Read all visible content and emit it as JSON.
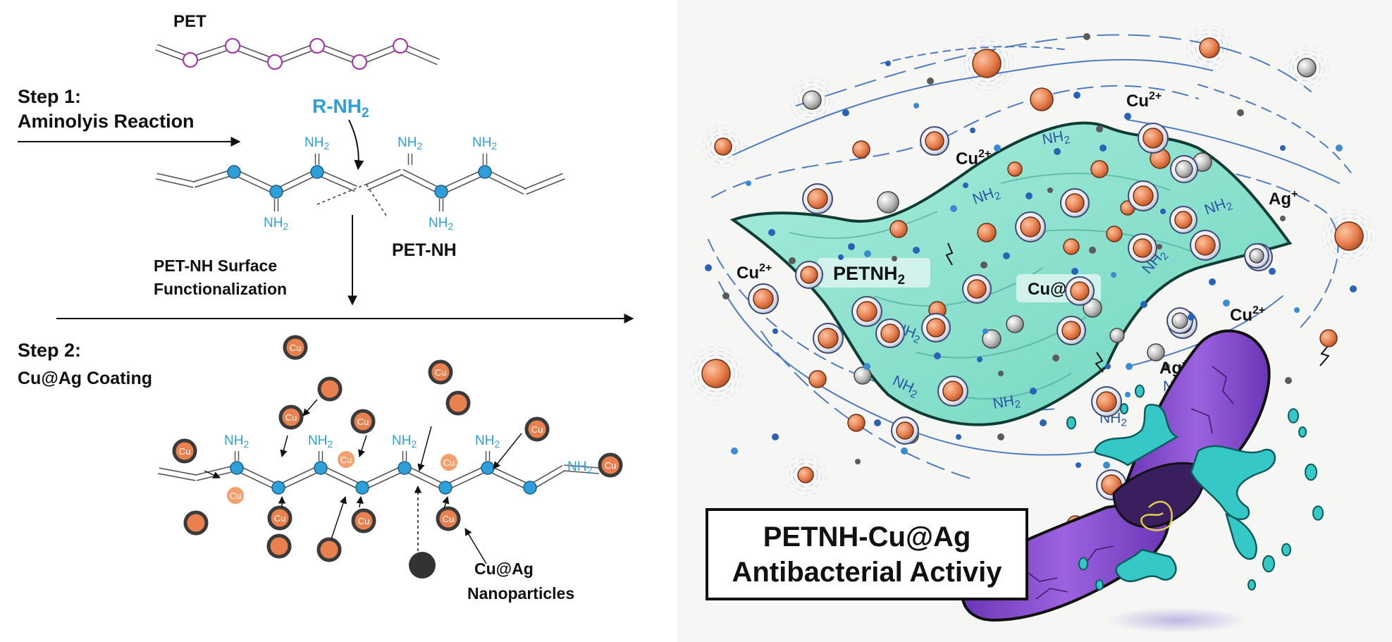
{
  "left": {
    "pet_label": "PET",
    "step1_title": "Step 1:",
    "step1_desc": "Aminolyis Reaction",
    "reagent_label": "R-NH",
    "reagent_sub": "2",
    "nh2_label": "NH",
    "nh2_sub": "2",
    "pet_nh_label": "PET-NH",
    "surface_line1": "PET-NH   Surface",
    "surface_line2": "Functionalization",
    "step2_title": "Step 2:",
    "step2_desc": "Cu@Ag Coating",
    "cu_label": "Cu",
    "np_line1": "Cu@Ag",
    "np_line2": "Nanoparticles"
  },
  "right": {
    "cu_ion": "Cu",
    "ag_ion": "Ag",
    "charge_2plus": "2+",
    "charge_plus": "+",
    "petnh2_label": "PETNH",
    "petnh2_sub": "2",
    "cuag_label": "Cu@Ag",
    "nh2_label": "NH",
    "nh2_sub": "2",
    "title_line1": "PETNH-Cu@Ag",
    "title_line2": "Antibacterial Activiy"
  },
  "colors": {
    "amine_blue": "#2e9fd8",
    "pet_magenta": "#a63aa8",
    "copper": "#e8814f",
    "nanoparticle_dark": "#333333",
    "film_teal": "#7fe0cc",
    "bacterium_purple": "#8a4fd0"
  }
}
